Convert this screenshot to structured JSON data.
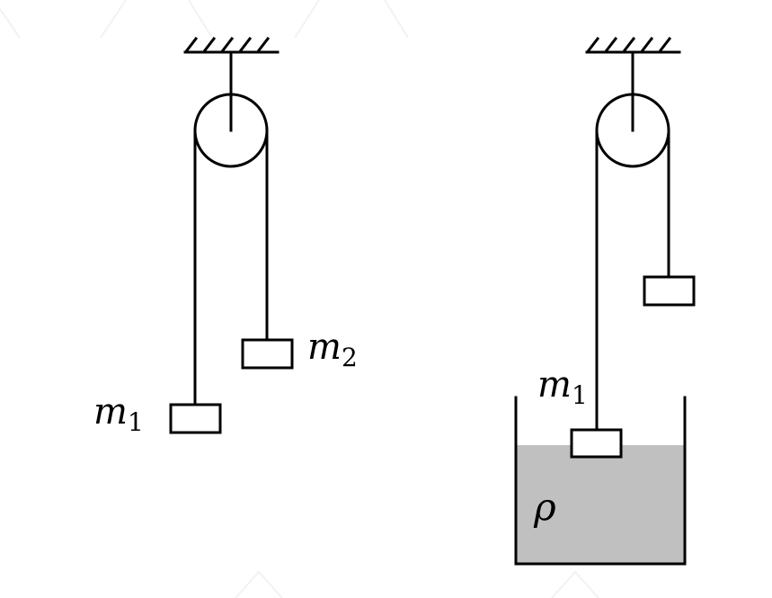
{
  "figure": {
    "left_setup": {
      "mass_left": {
        "symbol": "m",
        "subscript": "1"
      },
      "mass_right": {
        "symbol": "m",
        "subscript": "2"
      }
    },
    "right_setup": {
      "mass_left": {
        "symbol": "m",
        "subscript": "1"
      },
      "liquid_label": "ρ",
      "colors": {
        "liquid": "#c0c0c0",
        "stroke": "#000000"
      }
    }
  }
}
